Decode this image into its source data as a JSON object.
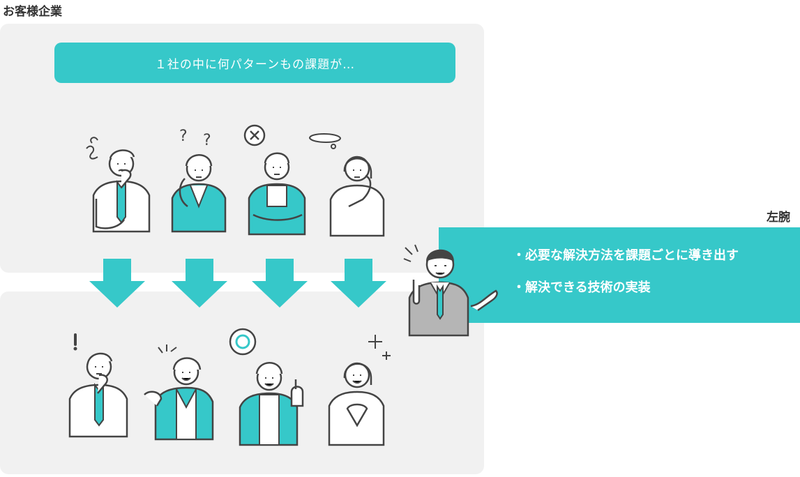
{
  "customer_label": "お客様企業",
  "banner_text": "１社の中に何パターンもの課題が…",
  "consultant_label": "左腕",
  "solutions": [
    "・必要な解決方法を課題ごとに導き出す",
    "・解決できる技術の実装"
  ],
  "colors": {
    "accent": "#36c8c9",
    "panel": "#f1f1f1",
    "line": "#444444",
    "suit_gray": "#b5b5b5"
  }
}
